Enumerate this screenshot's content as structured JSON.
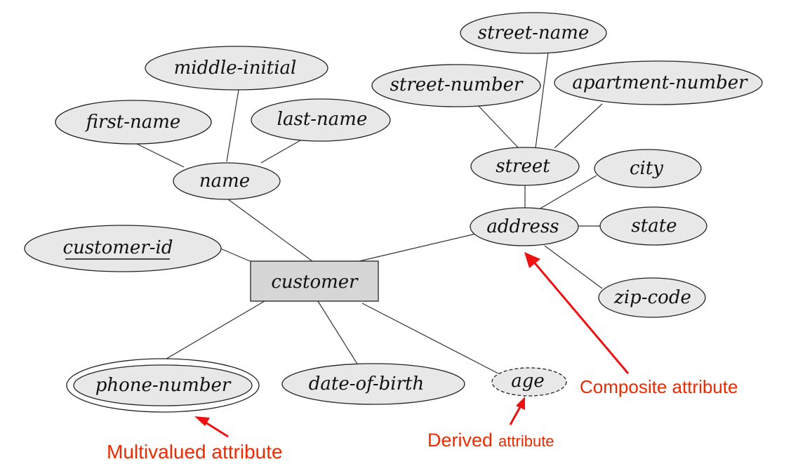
{
  "entity": {
    "label": "customer"
  },
  "attributes": {
    "name": "name",
    "first_name": "first-name",
    "middle_initial": "middle-initial",
    "last_name": "last-name",
    "customer_id": "customer-id",
    "address": "address",
    "street": "street",
    "street_name": "street-name",
    "street_number": "street-number",
    "apartment_number": "apartment-number",
    "city": "city",
    "state": "state",
    "zip_code": "zip-code",
    "phone_number": "phone-number",
    "date_of_birth": "date-of-birth",
    "age": "age"
  },
  "annotations": {
    "composite": "Composite attribute",
    "multivalued": "Multivalued attribute",
    "derived_word1": "Derived",
    "derived_word2": "attribute"
  },
  "colors": {
    "attribute_fill": "#e8e8e8",
    "entity_fill": "#d6d6d6",
    "annotation": "#ee2a00"
  }
}
